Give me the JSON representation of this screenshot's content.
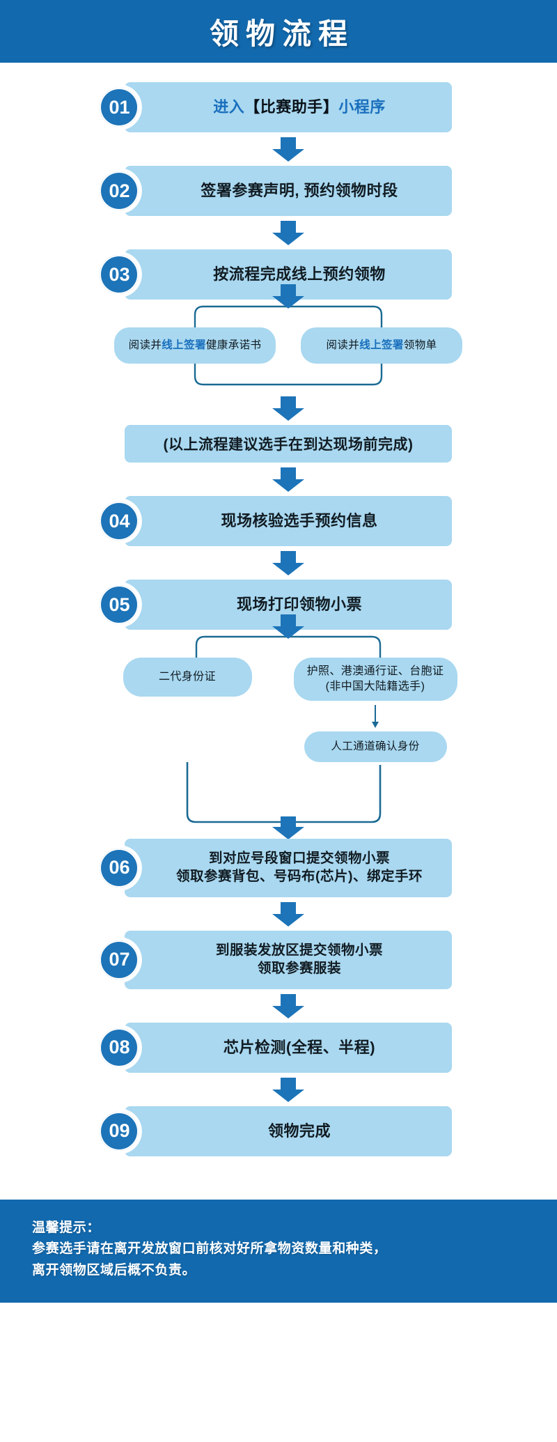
{
  "header": {
    "title": "领物流程",
    "bg_color": "#1269ad",
    "text_color": "#ffffff"
  },
  "theme": {
    "banner_blue": "#1269ad",
    "badge_blue": "#1d74b8",
    "box_light_blue": "#a9d8f0",
    "accent_blue": "#1a6fbd",
    "text_dark": "#111b22",
    "connector_blue": "#1a6a93"
  },
  "steps": {
    "s01": {
      "num": "01",
      "t1": "进入",
      "t2": "【比赛助手】",
      "t3": "小程序"
    },
    "s02": {
      "num": "02",
      "text": "签署参赛声明, 预约领物时段"
    },
    "s03": {
      "num": "03",
      "text": "按流程完成线上预约领物"
    },
    "s04": {
      "num": "04",
      "text": "现场核验选手预约信息"
    },
    "s05": {
      "num": "05",
      "text": "现场打印领物小票"
    },
    "s06": {
      "num": "06",
      "line1": "到对应号段窗口提交领物小票",
      "line2": "领取参赛背包、号码布(芯片)、绑定手环"
    },
    "s07": {
      "num": "07",
      "line1": "到服装发放区提交领物小票",
      "line2": "领取参赛服装"
    },
    "s08": {
      "num": "08",
      "text": "芯片检测(全程、半程)"
    },
    "s09": {
      "num": "09",
      "text": "领物完成"
    }
  },
  "sign_branch": {
    "left": {
      "pre": "阅读并",
      "accent": "线上签署",
      "post": "健康承诺书"
    },
    "right": {
      "pre": "阅读并",
      "accent": "线上签署",
      "post": "领物单"
    }
  },
  "note_bar": {
    "text": "(以上流程建议选手在到达现场前完成)"
  },
  "id_branch": {
    "left": {
      "text": "二代身份证"
    },
    "right": {
      "line1": "护照、港澳通行证、台胞证",
      "line2": "(非中国大陆籍选手)"
    },
    "manual": {
      "text": "人工通道确认身份"
    }
  },
  "footer": {
    "title": "温馨提示：",
    "line1": "参赛选手请在离开发放窗口前核对好所拿物资数量和种类，",
    "line2": "离开领物区域后概不负责。"
  }
}
